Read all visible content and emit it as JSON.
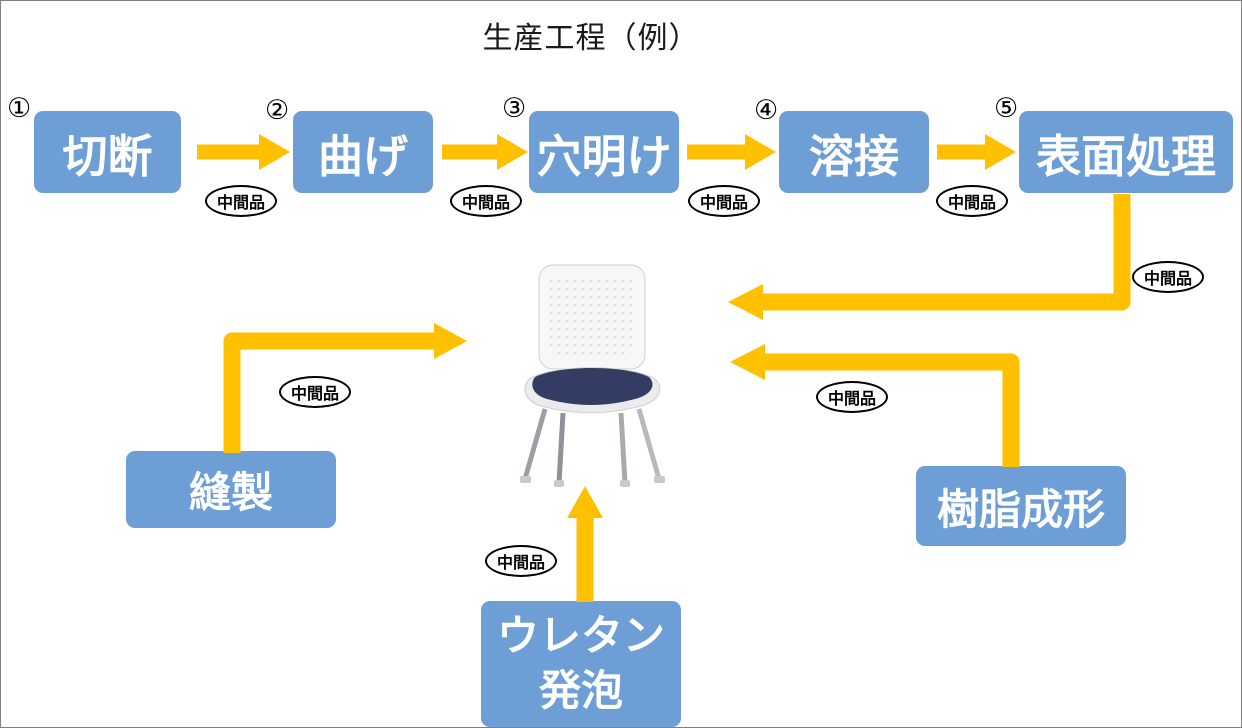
{
  "title": "生産工程（例）",
  "intermediate_label": "中間品",
  "steps": [
    {
      "number": "①",
      "label": "切断"
    },
    {
      "number": "②",
      "label": "曲げ"
    },
    {
      "number": "③",
      "label": "穴明け"
    },
    {
      "number": "④",
      "label": "溶接"
    },
    {
      "number": "⑤",
      "label": "表面処理"
    }
  ],
  "side_processes": {
    "sewing": "縫製",
    "urethane_line1": "ウレタン",
    "urethane_line2": "発泡",
    "resin_molding": "樹脂成形"
  },
  "colors": {
    "box_fill": "#6D9ED6",
    "box_text": "#FFFFFF",
    "arrow": "#FFC000",
    "oval_fill": "#FFFFFF",
    "oval_border": "#000000",
    "cushion": "#333C63"
  }
}
